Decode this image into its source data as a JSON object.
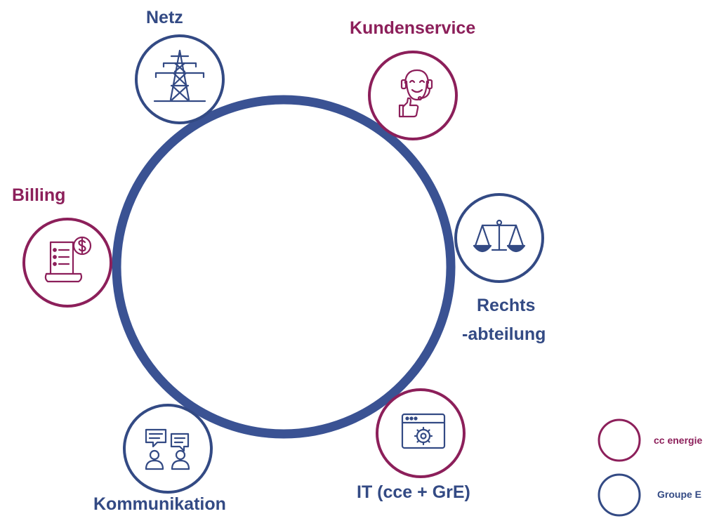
{
  "colors": {
    "cc_energie": "#8c1f5a",
    "groupe_e": "#334a84",
    "ring": "#3a5293"
  },
  "nodes": {
    "netz": {
      "label": "Netz",
      "group": "groupe_e",
      "icon": "power-tower-icon"
    },
    "kundenservice": {
      "label": "Kundenservice",
      "group": "cc_energie",
      "icon": "customer-support-icon"
    },
    "rechtsabteilung": {
      "label_line1": "Rechts",
      "label_line2": "-abteilung",
      "group": "groupe_e",
      "icon": "scales-icon"
    },
    "it": {
      "label": "IT (cce + GrE)",
      "group": "cc_energie",
      "icon": "browser-gear-icon"
    },
    "kommunikation": {
      "label": "Kommunikation",
      "group": "groupe_e",
      "icon": "people-chat-icon"
    },
    "billing": {
      "label": "Billing",
      "group": "cc_energie",
      "icon": "invoice-dollar-icon"
    }
  },
  "legend": {
    "cc_energie": "cc energie",
    "groupe_e": "Groupe E"
  }
}
